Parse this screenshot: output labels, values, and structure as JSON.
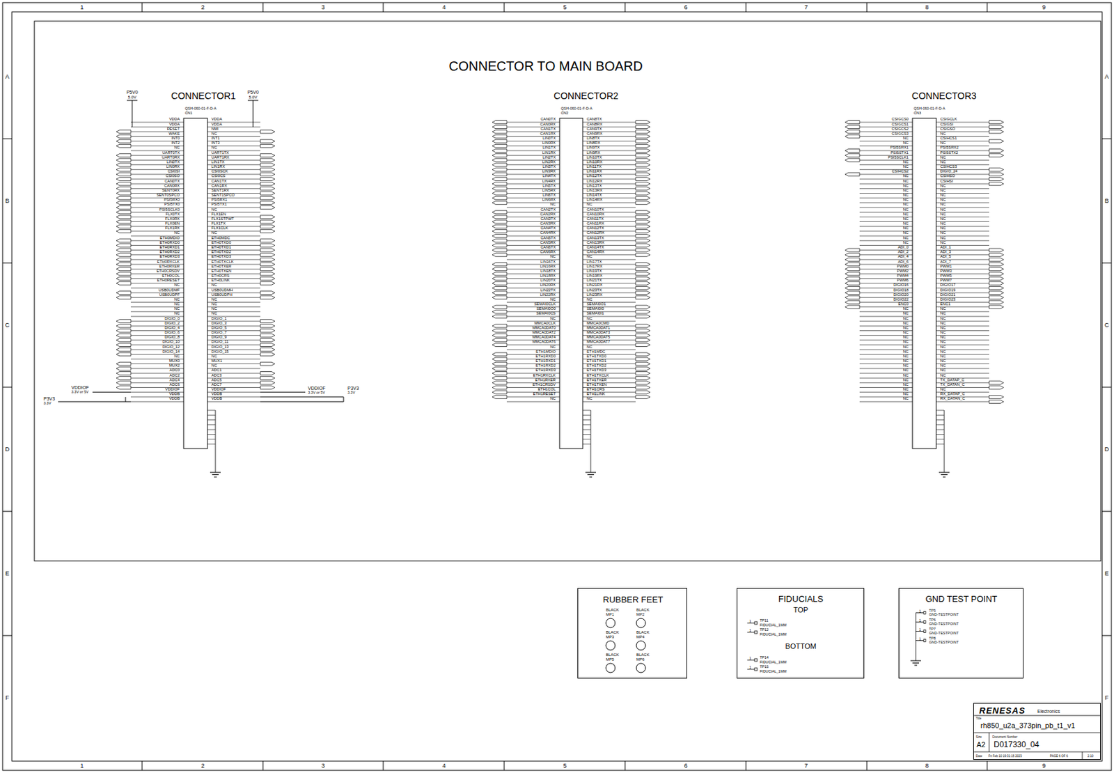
{
  "diagram": {
    "title": "CONNECTOR TO MAIN BOARD",
    "nodes": [
      {
        "text": [
          "RUBBER FEET",
          "BLACK",
          "MP1",
          "BLACK",
          "MP2",
          "BLACK",
          "MP3",
          "BLACK",
          "MP4",
          "BLACK",
          "MP5",
          "BLACK",
          "MP6"
        ]
      },
      {
        "text": [
          "FIDUCIALS",
          "TOP",
          "1",
          "TP11",
          "FIDUCIAL_1MM",
          "1",
          "TP12",
          "FIDUCIAL_1MM",
          "BOTTOM",
          "1",
          "TP14",
          "FIDUCIAL_1MM",
          "1",
          "TP15",
          "FIDUCIAL_1MM"
        ]
      },
      {
        "text": [
          "GND TEST POINT",
          "1",
          "TP5",
          "GND-TESTPOINT",
          "1",
          "TP6",
          "GND-TESTPOINT",
          "1",
          "TP7",
          "GND-TESTPOINT",
          "1",
          "TP8",
          "GND-TESTPOINT"
        ]
      },
      {
        "text": [
          "RENESAS",
          "Electronics",
          "Title",
          "rh850_u2a_373pin_pb_t1_v1",
          "Size",
          "Document Number",
          "A2",
          "D017330_04",
          "Date",
          "Fri Feb 10 19:31:15 2023",
          "PAGE 6 OF 6",
          "2.10"
        ]
      }
    ],
    "labels": [
      "CONNECTOR1",
      "CONNECTOR2",
      "CONNECTOR3",
      "P5V0",
      "5.0V",
      "P5V0",
      "5.0V",
      "QSH-060-01-F-D-A",
      "CN1",
      "QSH-060-01-F-D-A",
      "CN2",
      "QSH-060-01-F-D-A",
      "CN3",
      "VDDIOF",
      "3.3V or 5V",
      "P3V3",
      "3.3V",
      "VDDIOF",
      "3.3V or 5V",
      "P3V3",
      "3.3V",
      "1",
      "2",
      "3",
      "4",
      "5",
      "6",
      "7",
      "8",
      "9",
      "1",
      "2",
      "3",
      "4",
      "5",
      "6",
      "7",
      "8",
      "9",
      "A",
      "B",
      "C",
      "D",
      "E",
      "F",
      "A",
      "B",
      "C",
      "D",
      "E",
      "F",
      "VDDA",
      "VDDA",
      "RESET",
      "WAKE",
      "INT0",
      "INT2",
      "NC",
      "UART0TX",
      "UART0RX",
      "LIN0TX",
      "LIN0RX",
      "CSI0SI",
      "CSI0SO",
      "CAN0TX",
      "CAN0RX",
      "SENT0RX",
      "SENT0SPCO",
      "PSI5RX0",
      "PSI5TX0",
      "PSI5SCLK0",
      "FLX0TX",
      "FLX0RX",
      "FLX0EN",
      "FLX1RX",
      "NC",
      "ETH0MDIO",
      "ETH0RXD0",
      "ETH0RXD1",
      "ETH0RXD2",
      "ETH0RXD3",
      "ETH0RXCLK",
      "ETH0RXER",
      "ETH0CRSDV",
      "ETH0COL",
      "ETH0RESET",
      "NC",
      "USB0UDMF",
      "USB0UDPF",
      "NC",
      "NC",
      "NC",
      "NC",
      "DIGIO_0",
      "DIGIO_2",
      "DIGIO_4",
      "DIGIO_6",
      "DIGIO_8",
      "DIGIO_10",
      "DIGIO_12",
      "DIGIO_14",
      "NC",
      "MUX0",
      "MUX2",
      "ADC0",
      "ADC2",
      "ADC4",
      "ADC6",
      "VDDIOF",
      "VDDB",
      "VDDB",
      "VDDA",
      "VDDA",
      "NMI",
      "NC",
      "INT1",
      "INT3",
      "NC",
      "UART1TX",
      "UART1RX",
      "LIN1TX",
      "LIN1RX",
      "CSI0SCK",
      "CSI0CS",
      "CAN1TX",
      "CAN1RX",
      "SENT1RX",
      "SENT1SPCO",
      "PSI5RX1",
      "PSI5TX1",
      "NC",
      "FLX1EN",
      "FLX1STPWT",
      "FLX1TX",
      "FLX1CLK",
      "NC",
      "ETH0MDC",
      "ETH0TXD0",
      "ETH0TXD1",
      "ETH0TXD2",
      "ETH0TXD3",
      "ETH0TXCLK",
      "ETH0TXER",
      "ETH0TXEN",
      "ETH0CRS",
      "ETH0LINK",
      "NC",
      "USB0UDMH",
      "USB0UDPH",
      "NC",
      "NC",
      "NC",
      "NC",
      "DIGIO_1",
      "DIGIO_3",
      "DIGIO_5",
      "DIGIO_7",
      "DIGIO_9",
      "DIGIO_11",
      "DIGIO_13",
      "DIGIO_15",
      "NC",
      "MUX1",
      "NC",
      "ADC1",
      "ADC3",
      "ADC5",
      "ADC7",
      "VDDIOF",
      "VDDB",
      "VDDB",
      "CAN0TX",
      "CAN0RX",
      "CAN1TX",
      "CAN1RX",
      "LIN0TX",
      "LIN0RX",
      "LIN1TX",
      "LIN1RX",
      "LIN2TX",
      "LIN2RX",
      "LIN3TX",
      "LIN3RX",
      "LIN4TX",
      "LIN4RX",
      "LIN5TX",
      "LIN5RX",
      "LIN6TX",
      "LIN6RX",
      "NC",
      "CAN2TX",
      "CAN2RX",
      "CAN3TX",
      "CAN3RX",
      "CAN4TX",
      "CAN4RX",
      "CAN5TX",
      "CAN5RX",
      "CAN6TX",
      "CAN6RX",
      "NC",
      "LIN16TX",
      "LIN16RX",
      "LIN18TX",
      "LIN18RX",
      "LIN20TX",
      "LIN20RX",
      "LIN22TX",
      "LIN22RX",
      "NC",
      "SEMAI0CLK",
      "SEMAI0O0",
      "SEMAI0CS",
      "NC",
      "MMCA0CLK",
      "MMCA0DAT0",
      "MMCA0DAT2",
      "MMCA0DAT4",
      "MMCA0DAT6",
      "NC",
      "ETH1MDIO",
      "ETH1RXD0",
      "ETH1RXD1",
      "ETH1RXD2",
      "ETH1RXD3",
      "ETH1RXCLK",
      "ETH1RXER",
      "ETH1CRSDV",
      "ETH1COL",
      "ETH1RESET",
      "NC",
      "CAN8TX",
      "CAN8RX",
      "CAN9TX",
      "CAN9RX",
      "LIN8TX",
      "LIN8RX",
      "LIN9TX",
      "LIN9RX",
      "LIN10TX",
      "LIN10RX",
      "LIN11TX",
      "LIN11RX",
      "LIN12TX",
      "LIN12RX",
      "LIN13TX",
      "LIN13RX",
      "LIN14TX",
      "LIN14RX",
      "NC",
      "CAN10TX",
      "CAN10RX",
      "CAN11TX",
      "CAN11RX",
      "CAN12TX",
      "CAN12RX",
      "CAN13TX",
      "CAN13RX",
      "CAN14TX",
      "CAN14RX",
      "NC",
      "LIN17TX",
      "LIN17RX",
      "LIN19TX",
      "LIN19RX",
      "LIN21TX",
      "LIN21RX",
      "LIN23TX",
      "LIN23RX",
      "NC",
      "SEMAI0O1",
      "SEMAI0I0",
      "SEMAI0I1",
      "NC",
      "MMCA0CMD",
      "MMCA0DAT1",
      "MMCA0DAT3",
      "MMCA0DAT5",
      "MMCA0DAT7",
      "NC",
      "ETH1MDC",
      "ETH1TXD0",
      "ETH1TXD1",
      "ETH1TXD2",
      "ETH1TXD3",
      "ETH1TXCLK",
      "ETH1TXER",
      "ETH1TXEN",
      "ETH1CRS",
      "ETH1LINK",
      "NC",
      "CSIGCS0",
      "CSIGCS1",
      "CSIGCS2",
      "CSIGCS3",
      "NC",
      "NC",
      "PSI5SRX1",
      "PSI5STX1",
      "PSI5SCLK1",
      "NC",
      "NC",
      "CSIHCS2",
      "NC",
      "NC",
      "NC",
      "NC",
      "NC",
      "NC",
      "NC",
      "NC",
      "NC",
      "NC",
      "NC",
      "NC",
      "NC",
      "NC",
      "NC",
      "ADI_0",
      "ADI_2",
      "ADI_4",
      "ADI_6",
      "PWM0",
      "PWM2",
      "PWM4",
      "PWM6",
      "DIGIO16",
      "DIGIO18",
      "DIGIO20",
      "DIGIO22",
      "ENC0",
      "NC",
      "NC",
      "NC",
      "NC",
      "NC",
      "NC",
      "NC",
      "NC",
      "NC",
      "NC",
      "NC",
      "NC",
      "NC",
      "NC",
      "NC",
      "NC",
      "NC",
      "NC",
      "NC",
      "NC",
      "CSIGCLK",
      "CSIGSI",
      "CSIGSO",
      "NC",
      "CSIHCS1",
      "NC",
      "PSI5SRX2",
      "PSI5STX2",
      "NC",
      "NC",
      "CSIHCS3",
      "DIGIO_24",
      "CSIHSO",
      "CSIHSI",
      "NC",
      "NC",
      "NC",
      "NC",
      "NC",
      "NC",
      "NC",
      "NC",
      "NC",
      "NC",
      "NC",
      "NC",
      "NC",
      "ADI_1",
      "ADI_3",
      "ADI_5",
      "ADI_7",
      "PWM1",
      "PWM3",
      "PWM5",
      "PWM7",
      "DIGIO17",
      "DIGIO19",
      "DIGIO21",
      "DIGIO23",
      "ENC1",
      "NC",
      "NC",
      "NC",
      "NC",
      "NC",
      "NC",
      "NC",
      "NC",
      "NC",
      "NC",
      "NC",
      "NC",
      "NC",
      "NC",
      "NC",
      "TX_DATAP_C",
      "TX_DATAN_C",
      "NC",
      "RX_DATAP_C",
      "RX_DATAN_C"
    ]
  }
}
